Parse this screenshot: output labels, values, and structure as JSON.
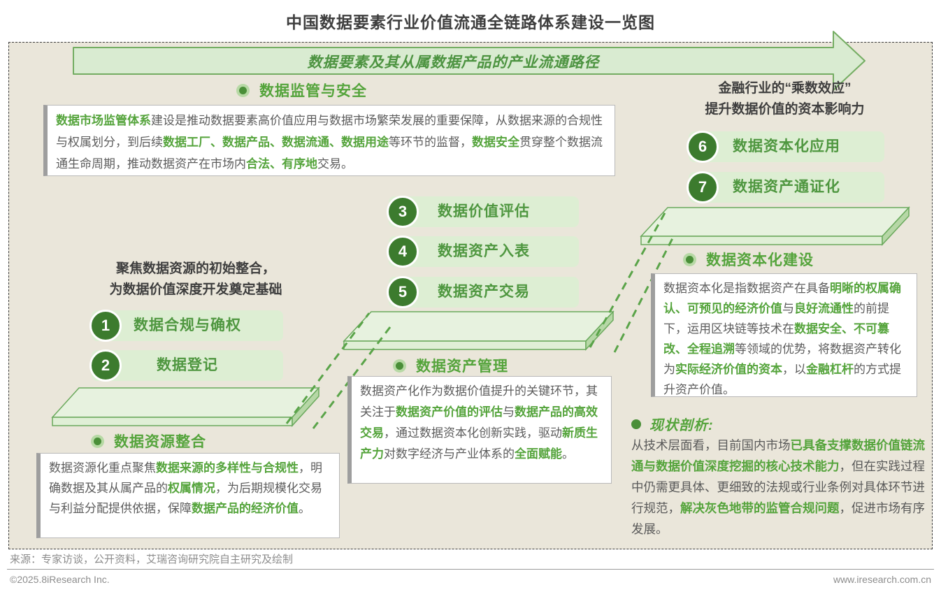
{
  "title": "中国数据要素行业价值流通全链路体系建设一览图",
  "banner": {
    "label": "数据要素及其从属数据产品的产业流通路径"
  },
  "group_headers": {
    "left": {
      "line1": "聚焦数据资源的初始整合，",
      "line2": "为数据价值深度开发奠定基础"
    },
    "right": {
      "line1": "金融行业的“乘数效应”",
      "line2": "提升数据价值的资本影响力"
    }
  },
  "steps": [
    {
      "num": "1",
      "label": "数据合规与确权"
    },
    {
      "num": "2",
      "label": "数据登记"
    },
    {
      "num": "3",
      "label": "数据价值评估"
    },
    {
      "num": "4",
      "label": "数据资产入表"
    },
    {
      "num": "5",
      "label": "数据资产交易"
    },
    {
      "num": "6",
      "label": "数据资本化应用"
    },
    {
      "num": "7",
      "label": "数据资产通证化"
    }
  ],
  "sections": {
    "supervision": {
      "heading": "数据监管与安全",
      "body": [
        {
          "t": "数据市场监管体系",
          "hl": true
        },
        {
          "t": "建设是推动数据要素高价值应用与数据市场繁荣发展的重要保障，从数据来源的合规性与权属划分，到后续",
          "hl": false
        },
        {
          "t": "数据工厂、数据产品、数据流通、数据用途",
          "hl": true
        },
        {
          "t": "等环节的监督，",
          "hl": false
        },
        {
          "t": "数据安全",
          "hl": true
        },
        {
          "t": "贯穿整个数据流通生命周期，推动数据资产在市场内",
          "hl": false
        },
        {
          "t": "合法、有序地",
          "hl": true
        },
        {
          "t": "交易。",
          "hl": false
        }
      ]
    },
    "integration": {
      "heading": "数据资源整合",
      "body": [
        {
          "t": "数据资源化重点聚焦",
          "hl": false
        },
        {
          "t": "数据来源的多样性与合规性",
          "hl": true
        },
        {
          "t": "，明确数据及其从属产品的",
          "hl": false
        },
        {
          "t": "权属情况",
          "hl": true
        },
        {
          "t": "，为后期规模化交易与利益分配提供依据，保障",
          "hl": false
        },
        {
          "t": "数据产品的经济价值",
          "hl": true
        },
        {
          "t": "。",
          "hl": false
        }
      ]
    },
    "management": {
      "heading": "数据资产管理",
      "body": [
        {
          "t": "数据资产化作为数据价值提升的关键环节，其关注于",
          "hl": false
        },
        {
          "t": "数据资产价值的评估",
          "hl": true
        },
        {
          "t": "与",
          "hl": false
        },
        {
          "t": "数据产品的高效交易",
          "hl": true
        },
        {
          "t": "，通过数据资本化创新实践，驱动",
          "hl": false
        },
        {
          "t": "新质生产力",
          "hl": true
        },
        {
          "t": "对数字经济与产业体系的",
          "hl": false
        },
        {
          "t": "全面赋能",
          "hl": true
        },
        {
          "t": "。",
          "hl": false
        }
      ]
    },
    "capitalization": {
      "heading": "数据资本化建设",
      "body": [
        {
          "t": "数据资本化是指数据资产在具备",
          "hl": false
        },
        {
          "t": "明晰的权属确认、可预见的经济价值",
          "hl": true
        },
        {
          "t": "与",
          "hl": false
        },
        {
          "t": "良好流通性",
          "hl": true
        },
        {
          "t": "的前提下，运用区块链等技术在",
          "hl": false
        },
        {
          "t": "数据安全、不可篡改、全程追溯",
          "hl": true
        },
        {
          "t": "等领域的优势，将数据资产转化为",
          "hl": false
        },
        {
          "t": "实际经济价值的资本",
          "hl": true
        },
        {
          "t": "，以",
          "hl": false
        },
        {
          "t": "金融杠杆",
          "hl": true
        },
        {
          "t": "的方式提升资产价值。",
          "hl": false
        }
      ]
    },
    "status": {
      "heading": "现状剖析:",
      "body": [
        {
          "t": "从技术层面看，目前国内市场",
          "hl": false
        },
        {
          "t": "已具备支撑数据价值链流通与数据价值深度挖掘的核心技术能力",
          "hl": true
        },
        {
          "t": "，但在实践过程中仍需更具体、更细致的法规或行业条例对具体环节进行规范，",
          "hl": false
        },
        {
          "t": "解决灰色地带的监管合规问题",
          "hl": true
        },
        {
          "t": "，促进市场有序发展。",
          "hl": false
        }
      ]
    }
  },
  "footer": {
    "source": "来源：专家访谈，公开资料，艾瑞咨询研究院自主研究及绘制",
    "copyright": "©2025.8iResearch Inc.",
    "website": "www.iresearch.com.cn"
  },
  "colors": {
    "panel_bg": "#eae6da",
    "accent_green": "#55a43c",
    "dark_green_circle": "#3c7b2e",
    "pill_bg": "#ddeed3",
    "arrow_fill": "#d9ebd1",
    "arrow_stroke": "#74ad62",
    "platform_top": "#e7f2df",
    "platform_side": "#b6d7a6",
    "dark_text": "#3e3e3e",
    "body_text": "#5c5c5c",
    "footer_text": "#8c8c8c"
  }
}
